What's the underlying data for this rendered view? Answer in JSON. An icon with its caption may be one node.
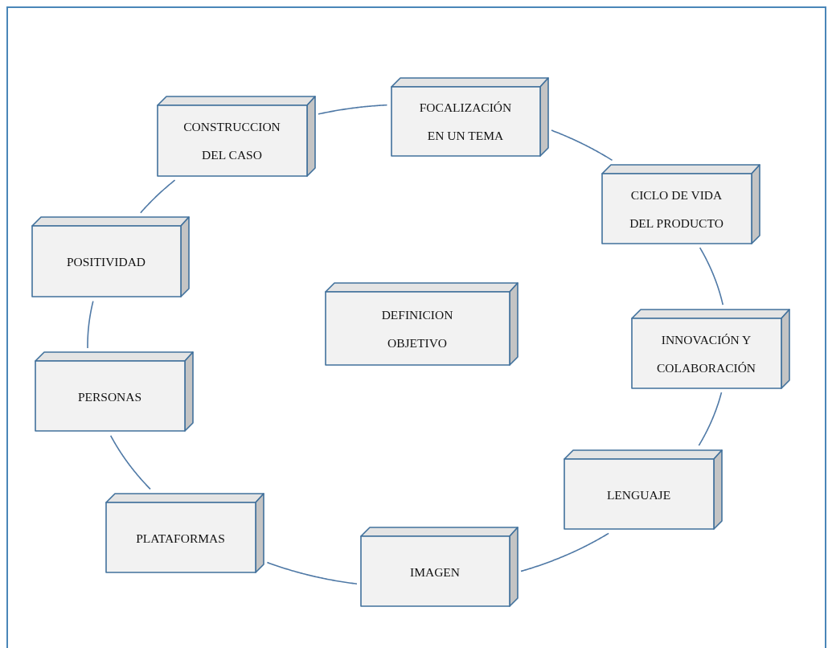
{
  "diagram": {
    "nodes": [
      {
        "text": [
          "FOCALIZACIÓN EN UN TEMA"
        ]
      },
      {
        "text": [
          "CONSTRUCCION DEL CASO"
        ]
      },
      {
        "text": [
          "CICLO DE VIDA DEL PRODUCTO"
        ]
      },
      {
        "text": [
          "POSITIVIDAD"
        ]
      },
      {
        "text": [
          "DEFINICION OBJETIVO"
        ]
      },
      {
        "text": [
          "INNOVACIÓN Y COLABORACIÓN"
        ]
      },
      {
        "text": [
          "PERSONAS"
        ]
      },
      {
        "text": [
          "LENGUAJE"
        ]
      },
      {
        "text": [
          "PLATAFORMAS"
        ]
      },
      {
        "text": [
          "IMAGEN"
        ]
      }
    ],
    "edges": [
      {
        "from": 1,
        "to": 0,
        "arrow": "none"
      },
      {
        "from": 0,
        "to": 2,
        "arrow": "none"
      },
      {
        "from": 2,
        "to": 5,
        "arrow": "none"
      },
      {
        "from": 5,
        "to": 7,
        "arrow": "none"
      },
      {
        "from": 7,
        "to": 9,
        "arrow": "none"
      },
      {
        "from": 9,
        "to": 8,
        "arrow": "none"
      },
      {
        "from": 8,
        "to": 6,
        "arrow": "none"
      },
      {
        "from": 6,
        "to": 3,
        "arrow": "none"
      },
      {
        "from": 3,
        "to": 1,
        "arrow": "none"
      }
    ]
  }
}
